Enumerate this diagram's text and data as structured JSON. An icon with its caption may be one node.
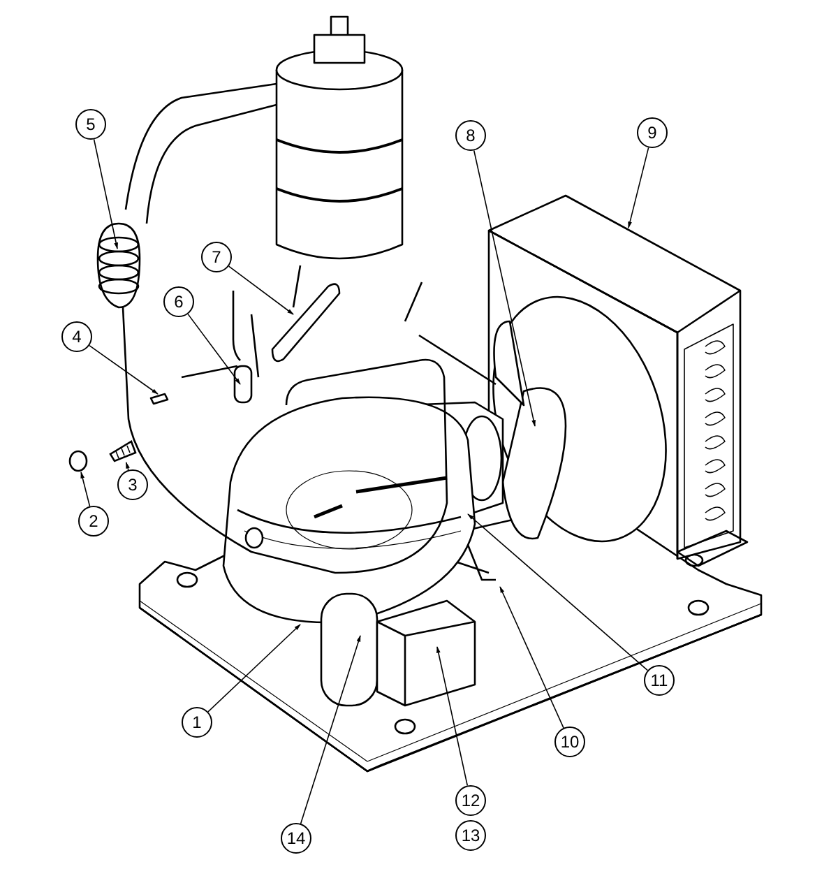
{
  "diagram": {
    "nodes": [
      {
        "text": [
          "1"
        ]
      },
      {
        "text": [
          "2"
        ]
      },
      {
        "text": [
          "3"
        ]
      },
      {
        "text": [
          "4"
        ]
      },
      {
        "text": [
          "5"
        ]
      },
      {
        "text": [
          "6"
        ]
      },
      {
        "text": [
          "7"
        ]
      },
      {
        "text": [
          "8"
        ]
      },
      {
        "text": [
          "9"
        ]
      },
      {
        "text": [
          "10"
        ]
      },
      {
        "text": [
          "11"
        ]
      },
      {
        "text": [
          "12"
        ]
      },
      {
        "text": [
          "13"
        ]
      },
      {
        "text": [
          "14"
        ]
      },
      {
        "text": [],
        "shape": "circle"
      },
      {
        "text": [],
        "shape": "picture"
      }
    ],
    "edges": [
      {
        "from": 0,
        "to": null,
        "arrow": "to"
      },
      {
        "from": 1,
        "to": 14,
        "arrow": "to"
      },
      {
        "from": 2,
        "to": 15,
        "arrow": "to"
      },
      {
        "from": 3,
        "to": null,
        "arrow": "to"
      },
      {
        "from": 4,
        "to": null,
        "arrow": "to"
      },
      {
        "from": 5,
        "to": null,
        "arrow": "to"
      },
      {
        "from": 6,
        "to": null,
        "arrow": "to"
      },
      {
        "from": 7,
        "to": null,
        "arrow": "to"
      },
      {
        "from": 8,
        "to": null,
        "arrow": "to"
      },
      {
        "from": 9,
        "to": null,
        "arrow": "to"
      },
      {
        "from": 10,
        "to": null,
        "arrow": "to"
      },
      {
        "from": 11,
        "to": null,
        "arrow": "to"
      },
      {
        "from": 13,
        "to": null,
        "arrow": "to"
      }
    ]
  }
}
